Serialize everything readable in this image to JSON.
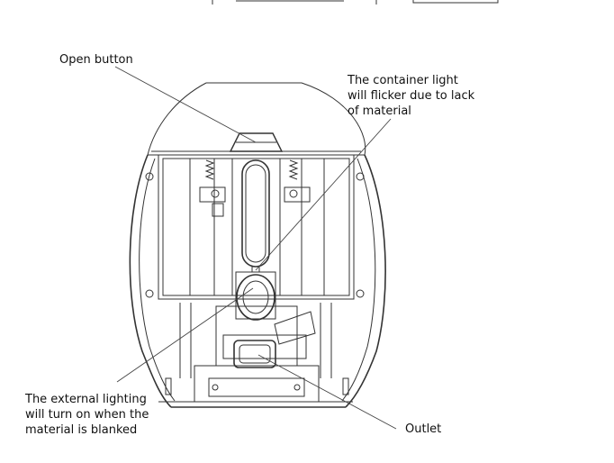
{
  "callouts": {
    "open_button": "Open button",
    "container_light": [
      "The container light",
      "will flicker due to lack",
      "of material"
    ],
    "external_lighting": [
      "The external lighting",
      "will turn on when the",
      "material is blanked"
    ],
    "outlet": "Outlet"
  }
}
